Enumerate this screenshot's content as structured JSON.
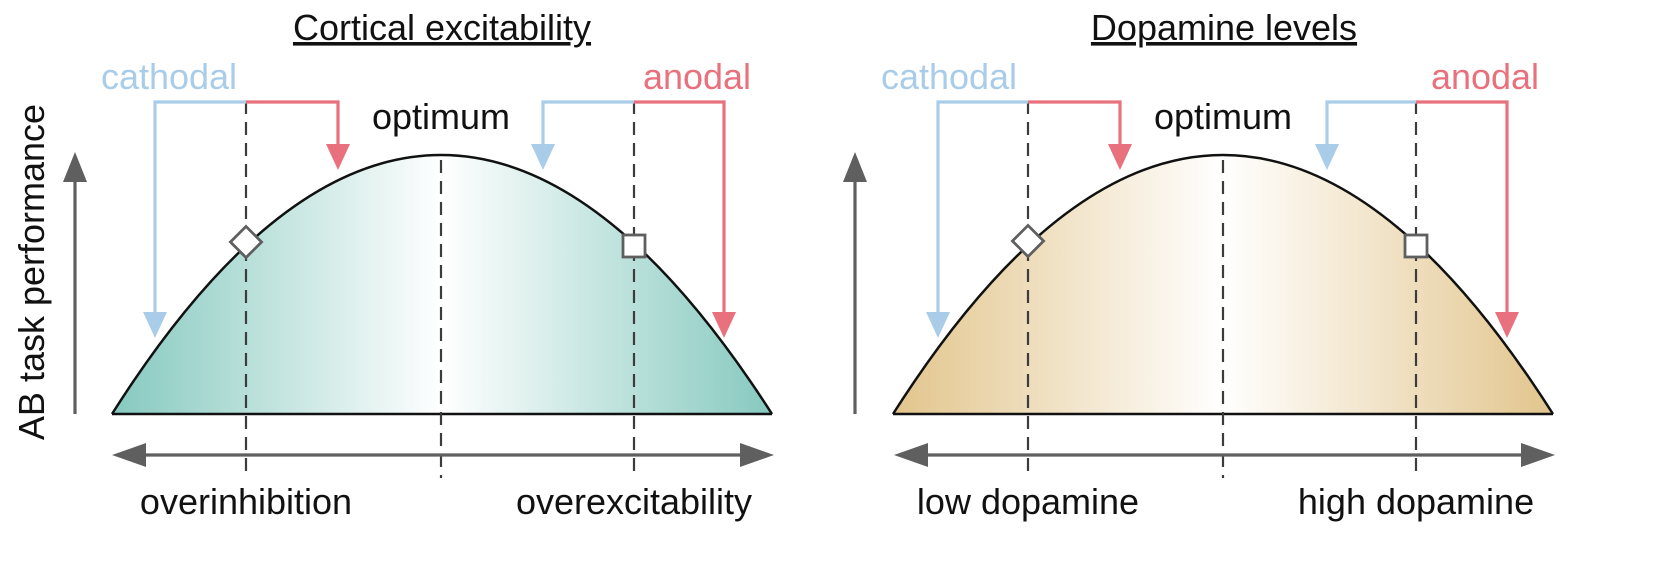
{
  "ylabel": "AB task performance",
  "colors": {
    "cathodal": "#a9cde9",
    "anodal": "#e8717d",
    "curve": "#111111",
    "axis": "#5f5f5f",
    "dashed": "#3c3c3c",
    "marker": "#5f5f5f",
    "teal": "#86c9bf",
    "tan": "#e2c58c"
  },
  "panels": [
    {
      "title": "Cortical excitability",
      "cathodal_label": "cathodal",
      "anodal_label": "anodal",
      "optimum_label": "optimum",
      "left_label": "overinhibition",
      "right_label": "overexcitability",
      "fill_color_name": "teal"
    },
    {
      "title": "Dopamine levels",
      "cathodal_label": "cathodal",
      "anodal_label": "anodal",
      "optimum_label": "optimum",
      "left_label": "low dopamine",
      "right_label": "high dopamine",
      "fill_color_name": "tan"
    }
  ],
  "markers": {
    "left": "diamond",
    "right": "square"
  },
  "icons": {
    "y_axis": "arrow-up-icon",
    "x_axis": "double-headed-arrow-icon",
    "cathodal": "arrow-down-icon",
    "anodal": "arrow-down-icon"
  }
}
